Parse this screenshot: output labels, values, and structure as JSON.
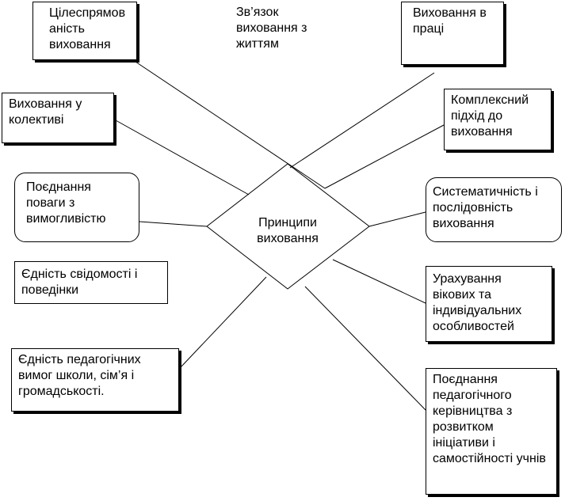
{
  "center": {
    "label": "Принципи виховання"
  },
  "principles": {
    "p1": "Цілеспрямов аність виховання",
    "p2": "Зв’язок виховання з життям",
    "p3": "Виховання в праці",
    "p4": "Виховання у колективі",
    "p5": "Комплексний підхід до виховання",
    "p6": "Поєднання поваги з вимогливістю",
    "p7": "Систематичність і послідовність виховання",
    "p8": "Єдність свідомості і поведінки",
    "p9": "Урахування вікових та індивідуальних особливостей",
    "p10": "Єдність педагогічних вимог школи, сім’я і громадськості.",
    "p11": "Поєднання педагогічного керівництва з розвитком ініціативи і самостійності учнів"
  }
}
